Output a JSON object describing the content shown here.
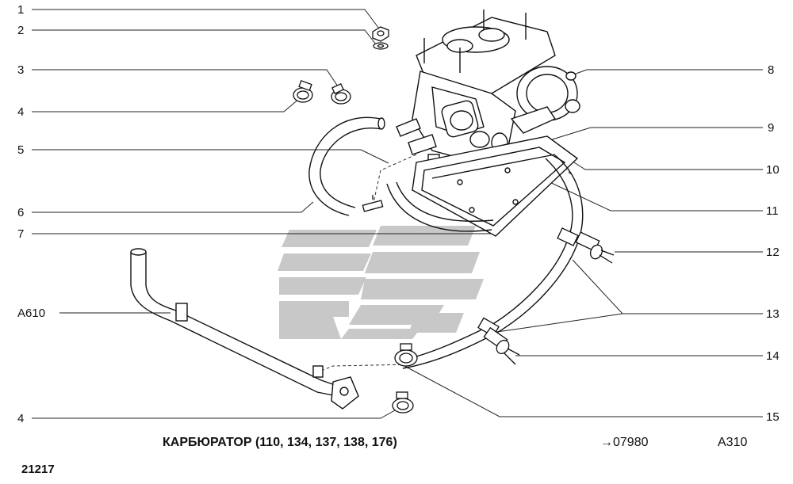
{
  "callouts": {
    "c1": "1",
    "c2": "2",
    "c3": "3",
    "c4": "4",
    "c5": "5",
    "c6": "6",
    "c7": "7",
    "c8": "8",
    "c9": "9",
    "c10": "10",
    "c11": "11",
    "c12": "12",
    "c13": "13",
    "c14": "14",
    "c15": "15",
    "a610": "A610",
    "c4b": "4"
  },
  "footer": {
    "title": "КАРБЮРАТОР (110, 134, 137, 138, 176)",
    "reference": "→07980",
    "code": "A310",
    "page_number": "21217"
  },
  "watermark": {
    "color": "#c8c8c8"
  }
}
